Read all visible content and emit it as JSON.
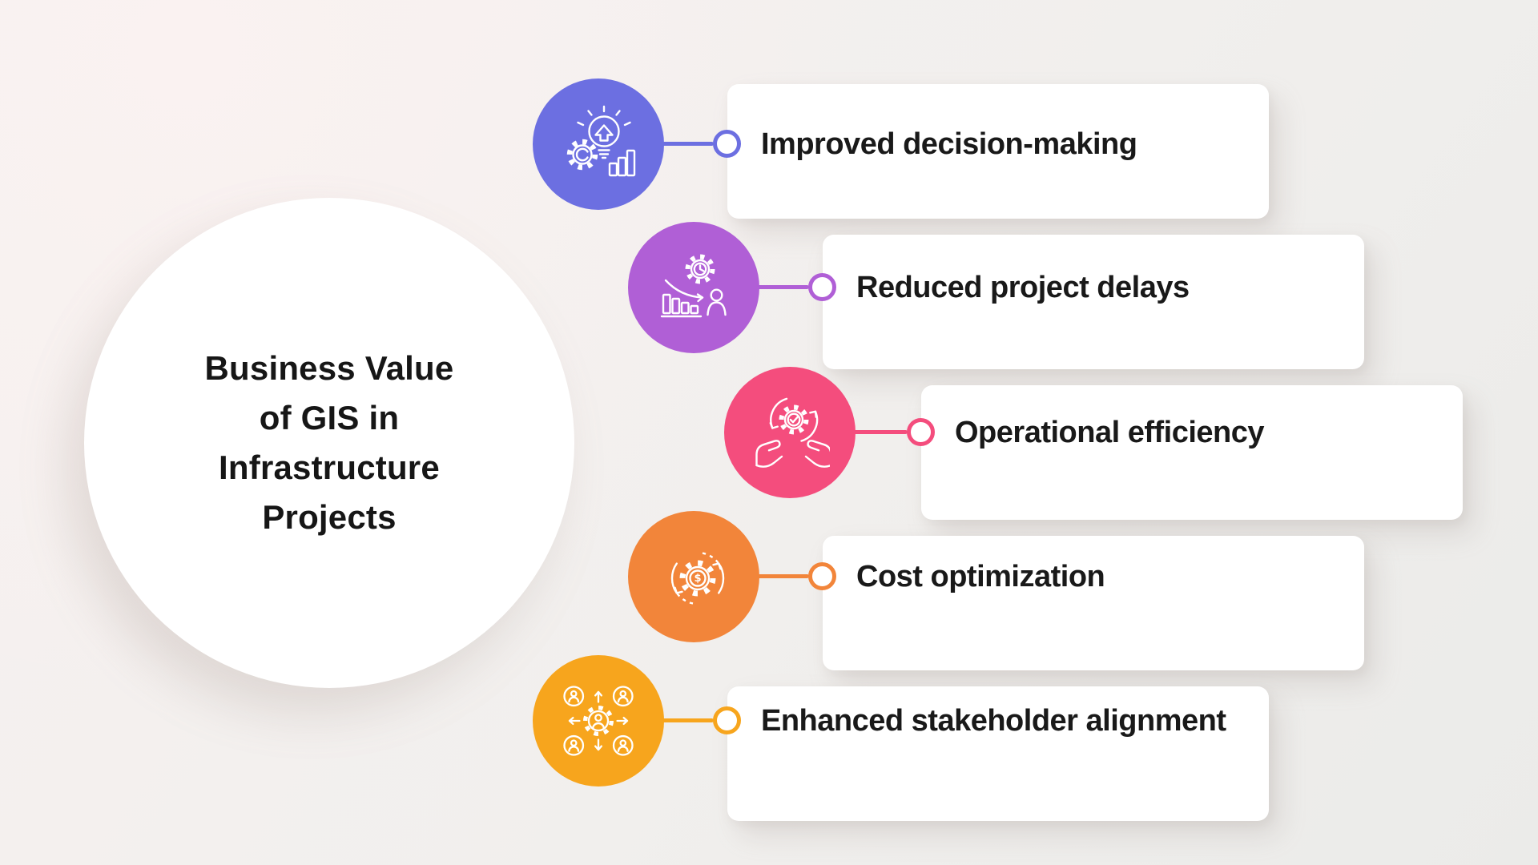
{
  "title": "Business Value\nof GIS in\nInfrastructure\nProjects",
  "items": [
    {
      "label": "Improved decision-making",
      "accent": "#6C6FE1",
      "icon": "idea-lightbulb-growth-icon"
    },
    {
      "label": "Reduced project delays",
      "accent": "#B05FD6",
      "icon": "clock-gear-declining-chart-icon"
    },
    {
      "label": "Operational efficiency",
      "accent": "#F44D7D",
      "icon": "hands-holding-gear-check-icon"
    },
    {
      "label": "Cost optimization",
      "accent": "#F2853A",
      "icon": "dollar-gear-cycle-icon"
    },
    {
      "label": "Enhanced stakeholder alignment",
      "accent": "#F7A51D",
      "icon": "stakeholder-network-gear-icon"
    }
  ],
  "colors": {
    "hub": "#FFFFFF",
    "card": "#FFFFFF",
    "text": "#181818",
    "background_top_left": "#F8F1F0",
    "background_bottom_right": "#ECEBE9"
  }
}
